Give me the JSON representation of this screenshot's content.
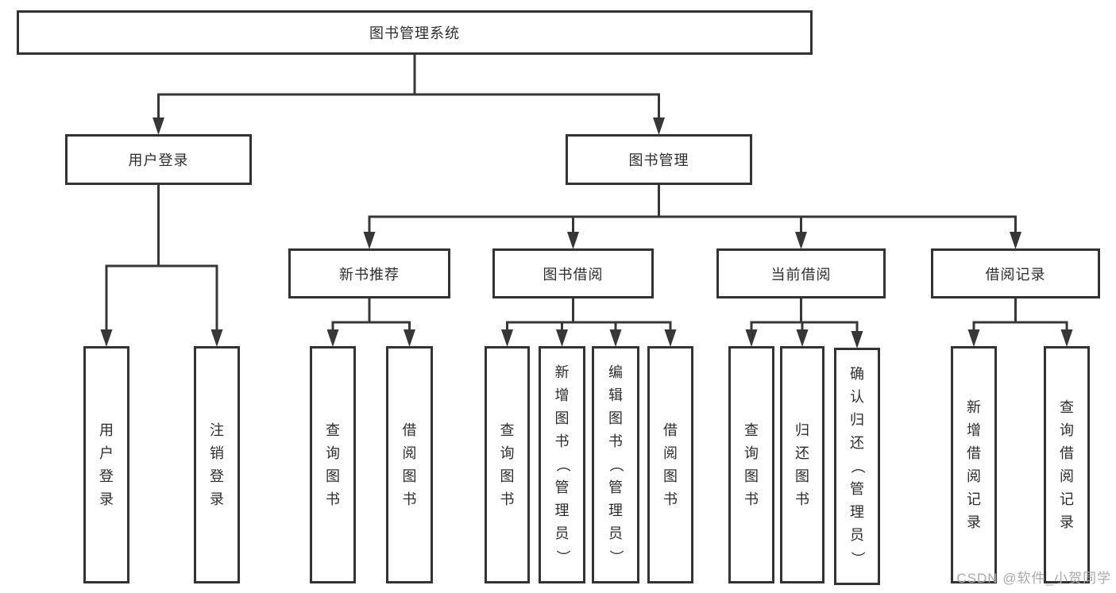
{
  "colors": {
    "background": "#ffffff",
    "line": "#373737",
    "box_border": "#333333",
    "text": "#2d2d2d",
    "watermark": "#a9a9a9"
  },
  "watermark": {
    "text": "CSDN @软件_小贺同学"
  },
  "diagram": {
    "type": "tree",
    "nodes": {
      "root": {
        "label": "图书管理系统",
        "orientation": "horizontal"
      },
      "userLogin": {
        "label": "用户登录",
        "orientation": "horizontal"
      },
      "bookMgmt": {
        "label": "图书管理",
        "orientation": "horizontal"
      },
      "newBook": {
        "label": "新书推荐",
        "orientation": "horizontal"
      },
      "bookBorrow": {
        "label": "图书借阅",
        "orientation": "horizontal"
      },
      "currentBorrow": {
        "label": "当前借阅",
        "orientation": "horizontal"
      },
      "borrowRecord": {
        "label": "借阅记录",
        "orientation": "horizontal"
      },
      "vUserLogin": {
        "label": "用户登录",
        "orientation": "vertical"
      },
      "vLogout": {
        "label": "注销登录",
        "orientation": "vertical"
      },
      "nbQuery": {
        "label": "查询图书",
        "orientation": "vertical"
      },
      "nbBorrow": {
        "label": "借阅图书",
        "orientation": "vertical"
      },
      "bbQuery": {
        "label": "查询图书",
        "orientation": "vertical"
      },
      "bbAdd": {
        "label": "新增图书（管理员）",
        "orientation": "vertical"
      },
      "bbEdit": {
        "label": "编辑图书（管理员）",
        "orientation": "vertical"
      },
      "bbBorrow": {
        "label": "借阅图书",
        "orientation": "vertical"
      },
      "cbQuery": {
        "label": "查询图书",
        "orientation": "vertical"
      },
      "cbReturn": {
        "label": "归还图书",
        "orientation": "vertical"
      },
      "cbConfirm": {
        "label": "确认归还（管理员）",
        "orientation": "vertical"
      },
      "brAdd": {
        "label": "新增借阅记录",
        "orientation": "vertical"
      },
      "brQuery": {
        "label": "查询借阅记录",
        "orientation": "vertical"
      }
    },
    "edges": [
      {
        "from": "root",
        "to": [
          "userLogin",
          "bookMgmt"
        ]
      },
      {
        "from": "userLogin",
        "to": [
          "vUserLogin",
          "vLogout"
        ]
      },
      {
        "from": "bookMgmt",
        "to": [
          "newBook",
          "bookBorrow",
          "currentBorrow",
          "borrowRecord"
        ]
      },
      {
        "from": "newBook",
        "to": [
          "nbQuery",
          "nbBorrow"
        ]
      },
      {
        "from": "bookBorrow",
        "to": [
          "bbQuery",
          "bbAdd",
          "bbEdit",
          "bbBorrow"
        ]
      },
      {
        "from": "currentBorrow",
        "to": [
          "cbQuery",
          "cbReturn",
          "cbConfirm"
        ]
      },
      {
        "from": "borrowRecord",
        "to": [
          "brAdd",
          "brQuery"
        ]
      }
    ]
  }
}
